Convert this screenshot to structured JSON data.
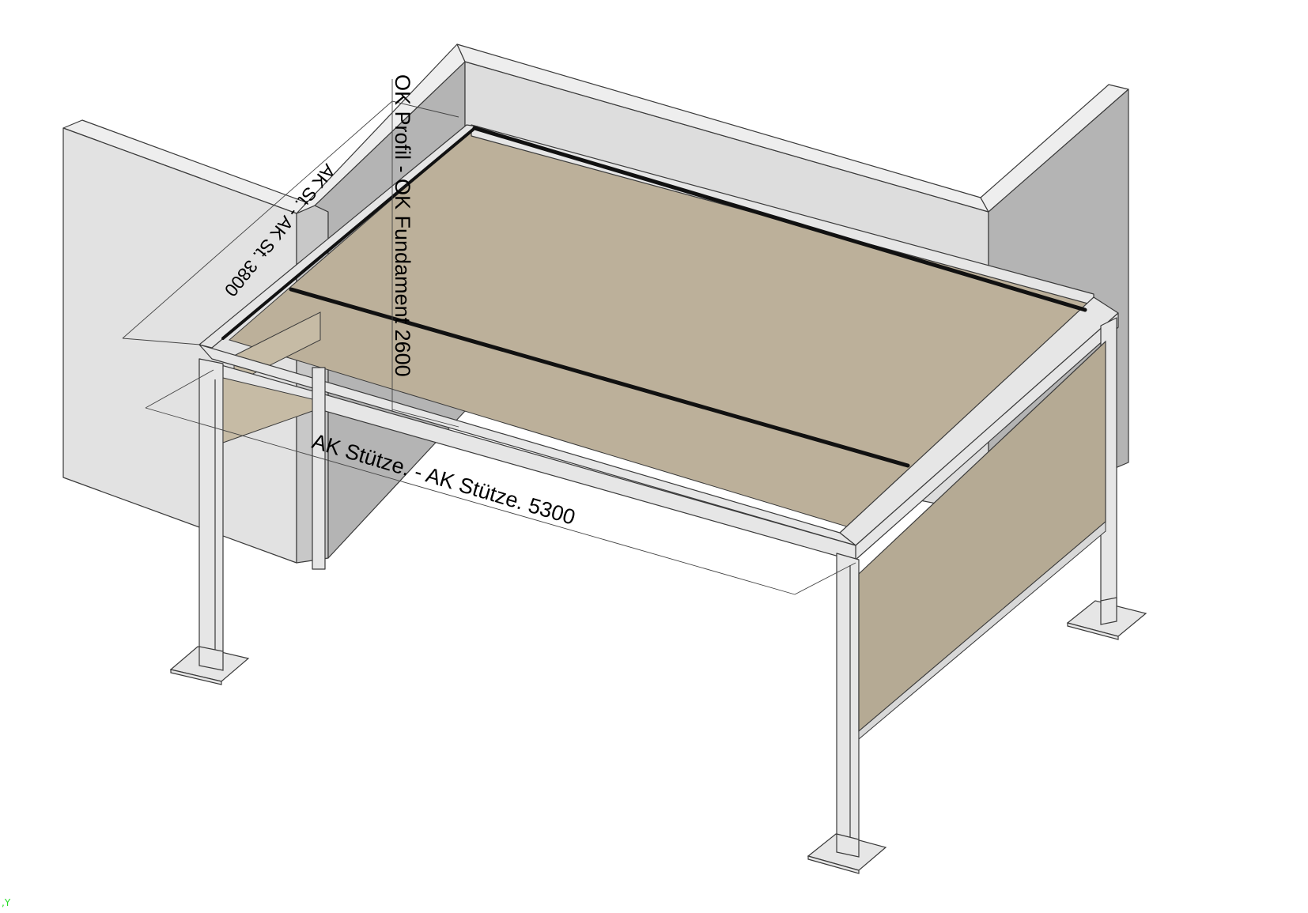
{
  "dimensions": {
    "height_label": "OK Profil - OK Fundament 2600",
    "depth_label": "AK St. - AK St. 3800",
    "width_label": "AK Stütze. - AK Stütze. 5300"
  },
  "axis_indicator": {
    "label": ",Y"
  },
  "colors": {
    "background": "#ffffff",
    "wall_front": "#e2e2e2",
    "wall_side": "#b4b4b4",
    "wall_top": "#eeeeee",
    "frame": "#e6e6e6",
    "frame_stroke": "#3a3a3a",
    "roof_fabric": "#bcb09a",
    "screen_fabric": "#b5aa94",
    "axis": "#22dd22"
  }
}
